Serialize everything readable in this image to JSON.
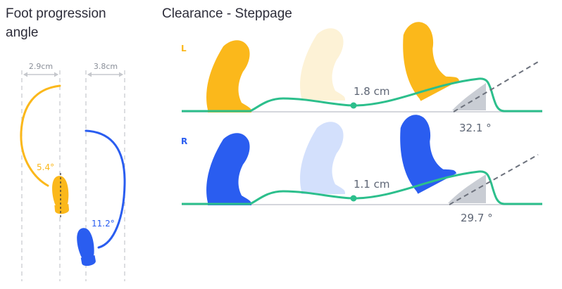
{
  "colors": {
    "left": "#fbb81b",
    "left_light": "#fdf2d6",
    "right": "#2a5df0",
    "right_light": "#d3e0fc",
    "trajectory": "#2cbf8c",
    "ground": "#d4d6dc",
    "angle_fill": "#c9cdd4",
    "guide": "#c6c8cd",
    "dashed": "#6c717c",
    "text": "#2d2d3a"
  },
  "icons": {
    "foot": "foot-side-view-icon",
    "shoe": "shoe-sole-icon"
  },
  "fpa_panel": {
    "title_line1": "Foot progression",
    "title_line2": "angle",
    "left": {
      "width_label": "2.9cm",
      "angle_label": "5.4°"
    },
    "right": {
      "width_label": "3.8cm",
      "angle_label": "11.2°"
    }
  },
  "clearance_panel": {
    "title": "Clearance - Steppage",
    "left": {
      "side_label": "L",
      "clearance_label": "1.8 cm",
      "angle_label": "32.1 °"
    },
    "right": {
      "side_label": "R",
      "clearance_label": "1.1 cm",
      "angle_label": "29.7 °"
    }
  }
}
